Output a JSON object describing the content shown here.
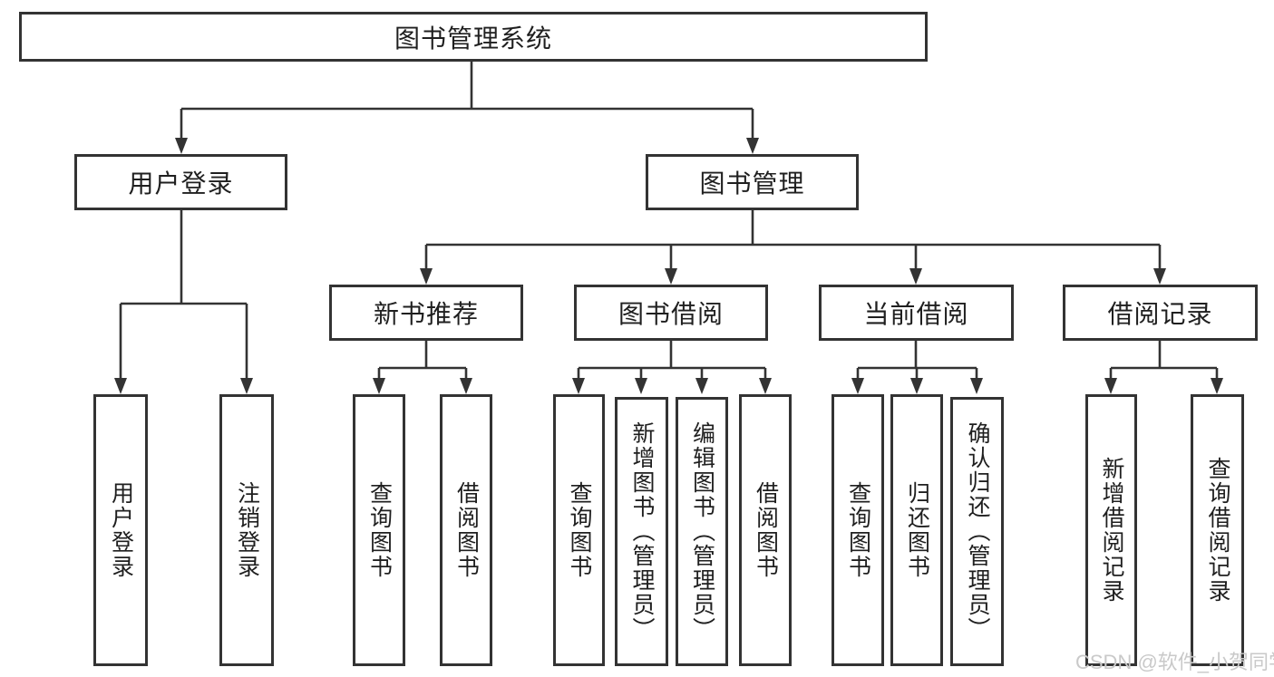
{
  "diagram": {
    "watermark": "CSDN @软件_小贺同学",
    "colors": {
      "border": "#333333",
      "text": "#1f1f1f",
      "line": "#333333",
      "background": "#ffffff",
      "watermark": "#c9c9c9"
    },
    "nodes": {
      "root": {
        "label": "图书管理系统"
      },
      "user_login": {
        "label": "用户登录"
      },
      "book_mgmt": {
        "label": "图书管理"
      },
      "new_book": {
        "label": "新书推荐"
      },
      "book_borrow": {
        "label": "图书借阅"
      },
      "current_borrow": {
        "label": "当前借阅"
      },
      "borrow_record": {
        "label": "借阅记录"
      },
      "leaf_user_login": {
        "label": "用户登录"
      },
      "leaf_logout": {
        "label": "注销登录"
      },
      "nb_query_book": {
        "label": "查询图书"
      },
      "nb_borrow_book": {
        "label": "借阅图书"
      },
      "bb_query_book": {
        "label": "查询图书"
      },
      "bb_add_book": {
        "label": "新增图书（管理员）"
      },
      "bb_edit_book": {
        "label": "编辑图书（管理员）"
      },
      "bb_borrow_book": {
        "label": "借阅图书"
      },
      "cb_query_book": {
        "label": "查询图书"
      },
      "cb_return_book": {
        "label": "归还图书"
      },
      "cb_confirm_return": {
        "label": "确认归还（管理员）"
      },
      "br_add_record": {
        "label": "新增借阅记录"
      },
      "br_query_record": {
        "label": "查询借阅记录"
      }
    }
  }
}
